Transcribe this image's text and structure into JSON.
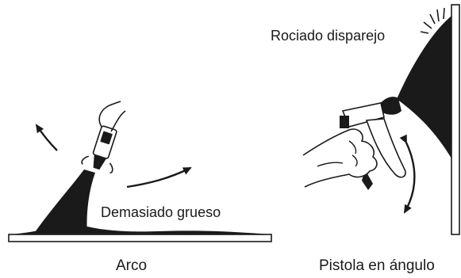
{
  "labels": {
    "arco": "Arco",
    "pistola_angulo": "Pistola en ángulo",
    "demasiado_grueso": "Demasiado grueso",
    "rociado_disparejo": "Rociado disparejo"
  },
  "colors": {
    "ink": "#1a1a1a",
    "paper": "#ffffff"
  },
  "icons": [
    "spray-gun-icon",
    "hand-icon",
    "arc-arrow-icon",
    "double-arrow-icon"
  ]
}
